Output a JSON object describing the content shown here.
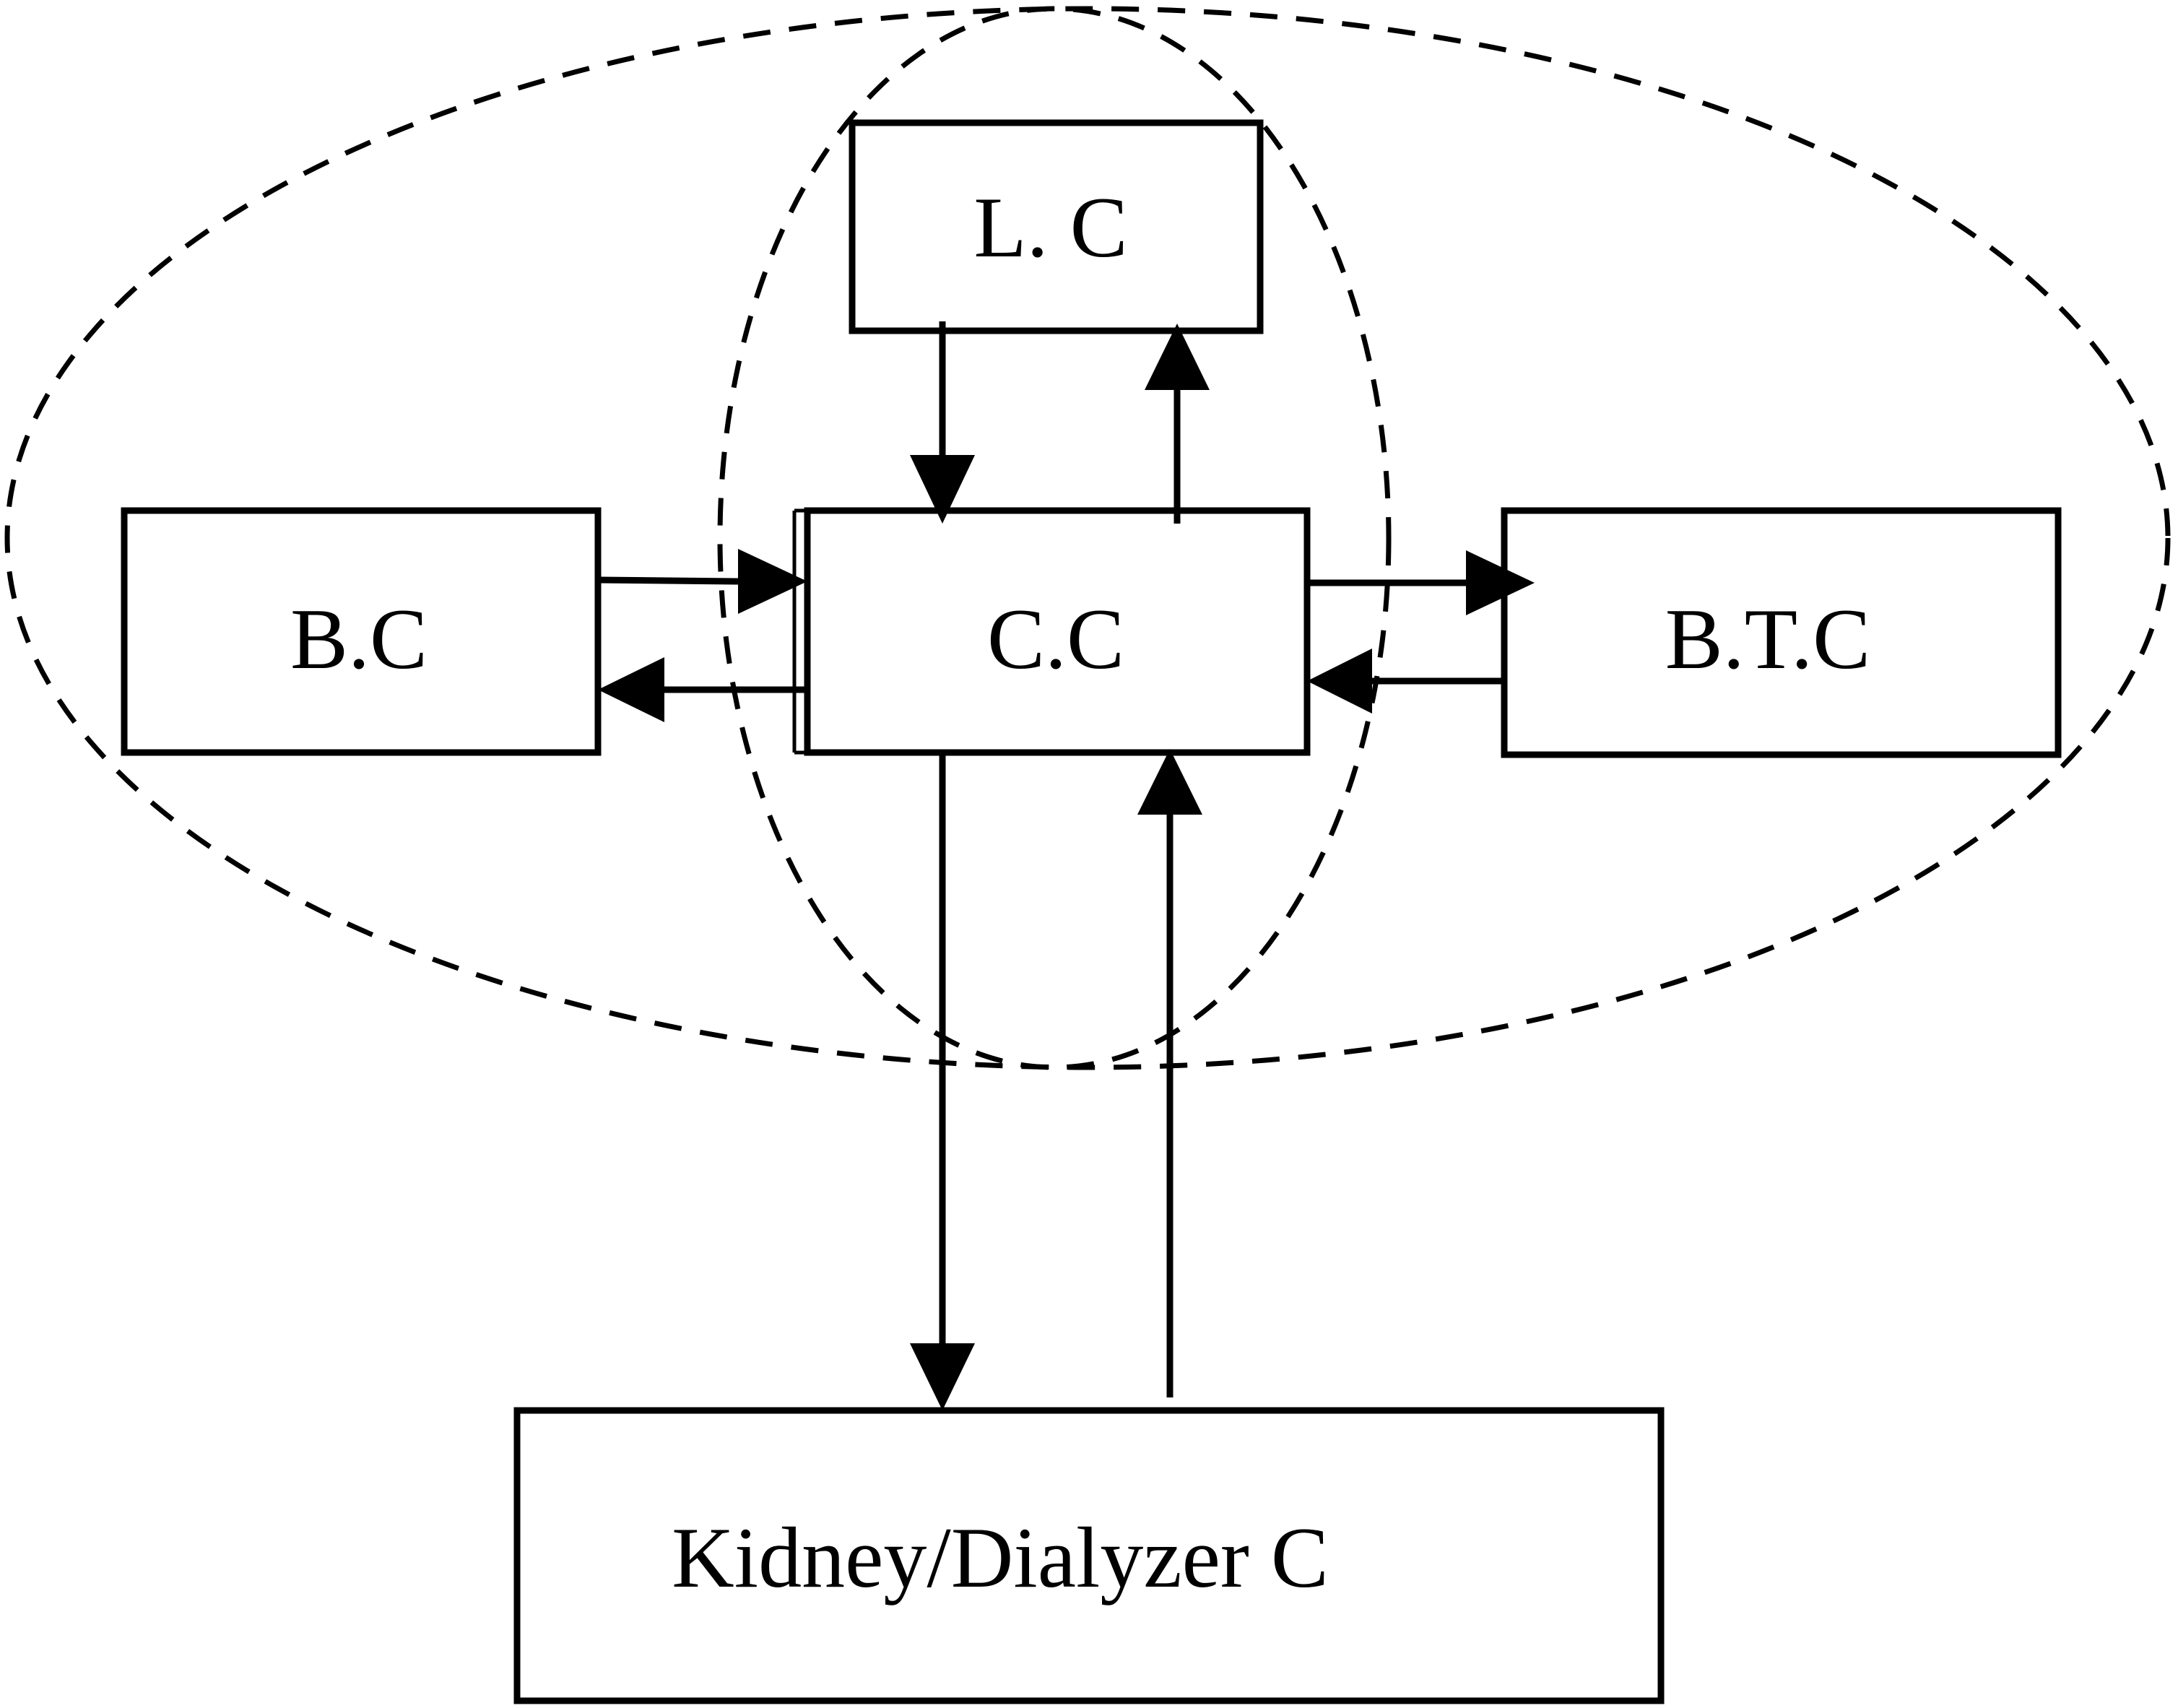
{
  "diagram": {
    "compartments": {
      "lung": {
        "label": "L. C"
      },
      "brain": {
        "label": "B.C"
      },
      "central": {
        "label": "C.C"
      },
      "body_tissue": {
        "label": "B.T.C"
      },
      "kidney_dialyzer": {
        "label": "Kidney/Dialyzer C"
      }
    },
    "connections": [
      {
        "from": "L. C",
        "to": "C.C"
      },
      {
        "from": "C.C",
        "to": "L. C"
      },
      {
        "from": "B.C",
        "to": "C.C"
      },
      {
        "from": "C.C",
        "to": "B.C"
      },
      {
        "from": "C.C",
        "to": "B.T.C"
      },
      {
        "from": "B.T.C",
        "to": "C.C"
      },
      {
        "from": "C.C",
        "to": "Kidney/Dialyzer C"
      },
      {
        "from": "Kidney/Dialyzer C",
        "to": "C.C"
      }
    ],
    "groupings": [
      "horizontal-dashed-ellipse",
      "vertical-dashed-ellipse"
    ],
    "colors": {
      "stroke": "#000000",
      "background": "#ffffff"
    }
  }
}
